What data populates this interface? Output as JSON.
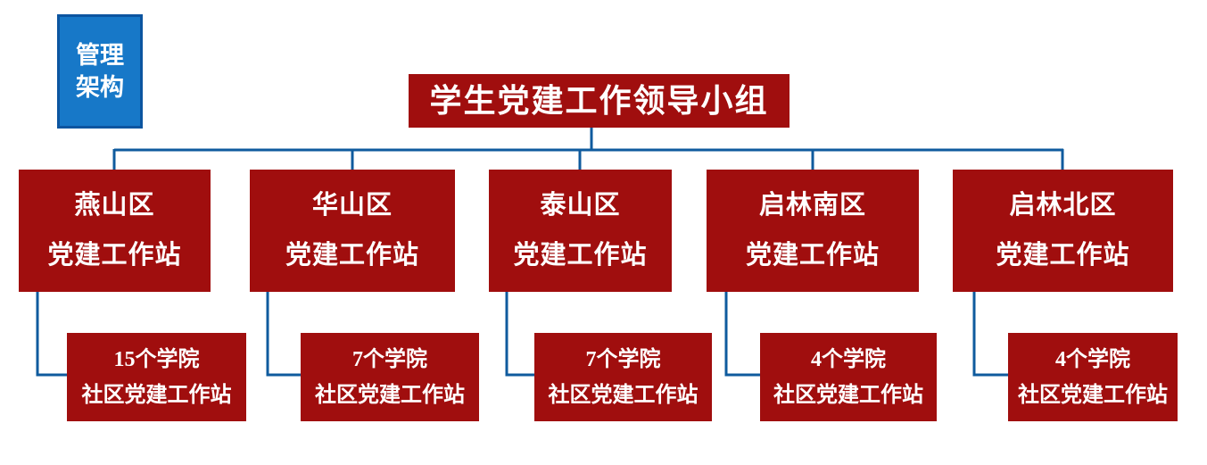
{
  "colors": {
    "box_red": "#A00E0E",
    "connector_blue": "#0F5B9E",
    "tag_fill_blue": "#1778C8",
    "tag_border_blue": "#0C55A0",
    "text_white": "#ffffff"
  },
  "tag": {
    "line1": "管理",
    "line2": "架构"
  },
  "root": {
    "title": "学生党建工作领导小组"
  },
  "branches": [
    {
      "line1": "燕山区",
      "line2": "党建工作站",
      "sub_num": "15",
      "sub_rest": "个学院",
      "sub_line2": "社区党建工作站"
    },
    {
      "line1": "华山区",
      "line2": "党建工作站",
      "sub_num": "7",
      "sub_rest": "个学院",
      "sub_line2": "社区党建工作站"
    },
    {
      "line1": "泰山区",
      "line2": "党建工作站",
      "sub_num": "7",
      "sub_rest": "个学院",
      "sub_line2": "社区党建工作站"
    },
    {
      "line1": "启林南区",
      "line2": "党建工作站",
      "sub_num": "4",
      "sub_rest": "个学院",
      "sub_line2": "社区党建工作站"
    },
    {
      "line1": "启林北区",
      "line2": "党建工作站",
      "sub_num": "4",
      "sub_rest": "个学院",
      "sub_line2": "社区党建工作站"
    }
  ]
}
